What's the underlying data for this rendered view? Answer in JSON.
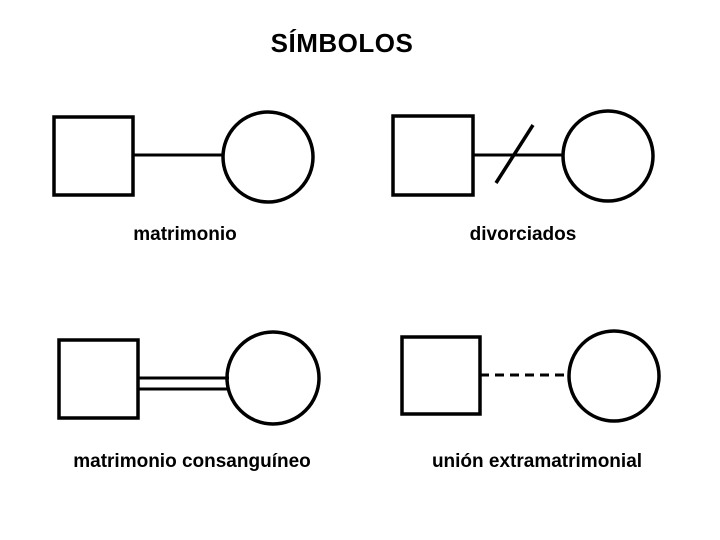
{
  "title": "SÍMBOLOS",
  "colors": {
    "background": "#ffffff",
    "stroke": "#000000",
    "text": "#000000"
  },
  "symbols": [
    {
      "id": "matrimonio",
      "label": "matrimonio",
      "male_shape": "square",
      "female_shape": "circle",
      "connector": "single-solid-line"
    },
    {
      "id": "divorciados",
      "label": "divorciados",
      "male_shape": "square",
      "female_shape": "circle",
      "connector": "solid-line-with-slash"
    },
    {
      "id": "matrimonio-consanguineo",
      "label": "matrimonio consanguíneo",
      "male_shape": "square",
      "female_shape": "circle",
      "connector": "double-solid-line"
    },
    {
      "id": "union-extramatrimonial",
      "label": "unión extramatrimonial",
      "male_shape": "square",
      "female_shape": "circle",
      "connector": "dashed-line"
    }
  ]
}
